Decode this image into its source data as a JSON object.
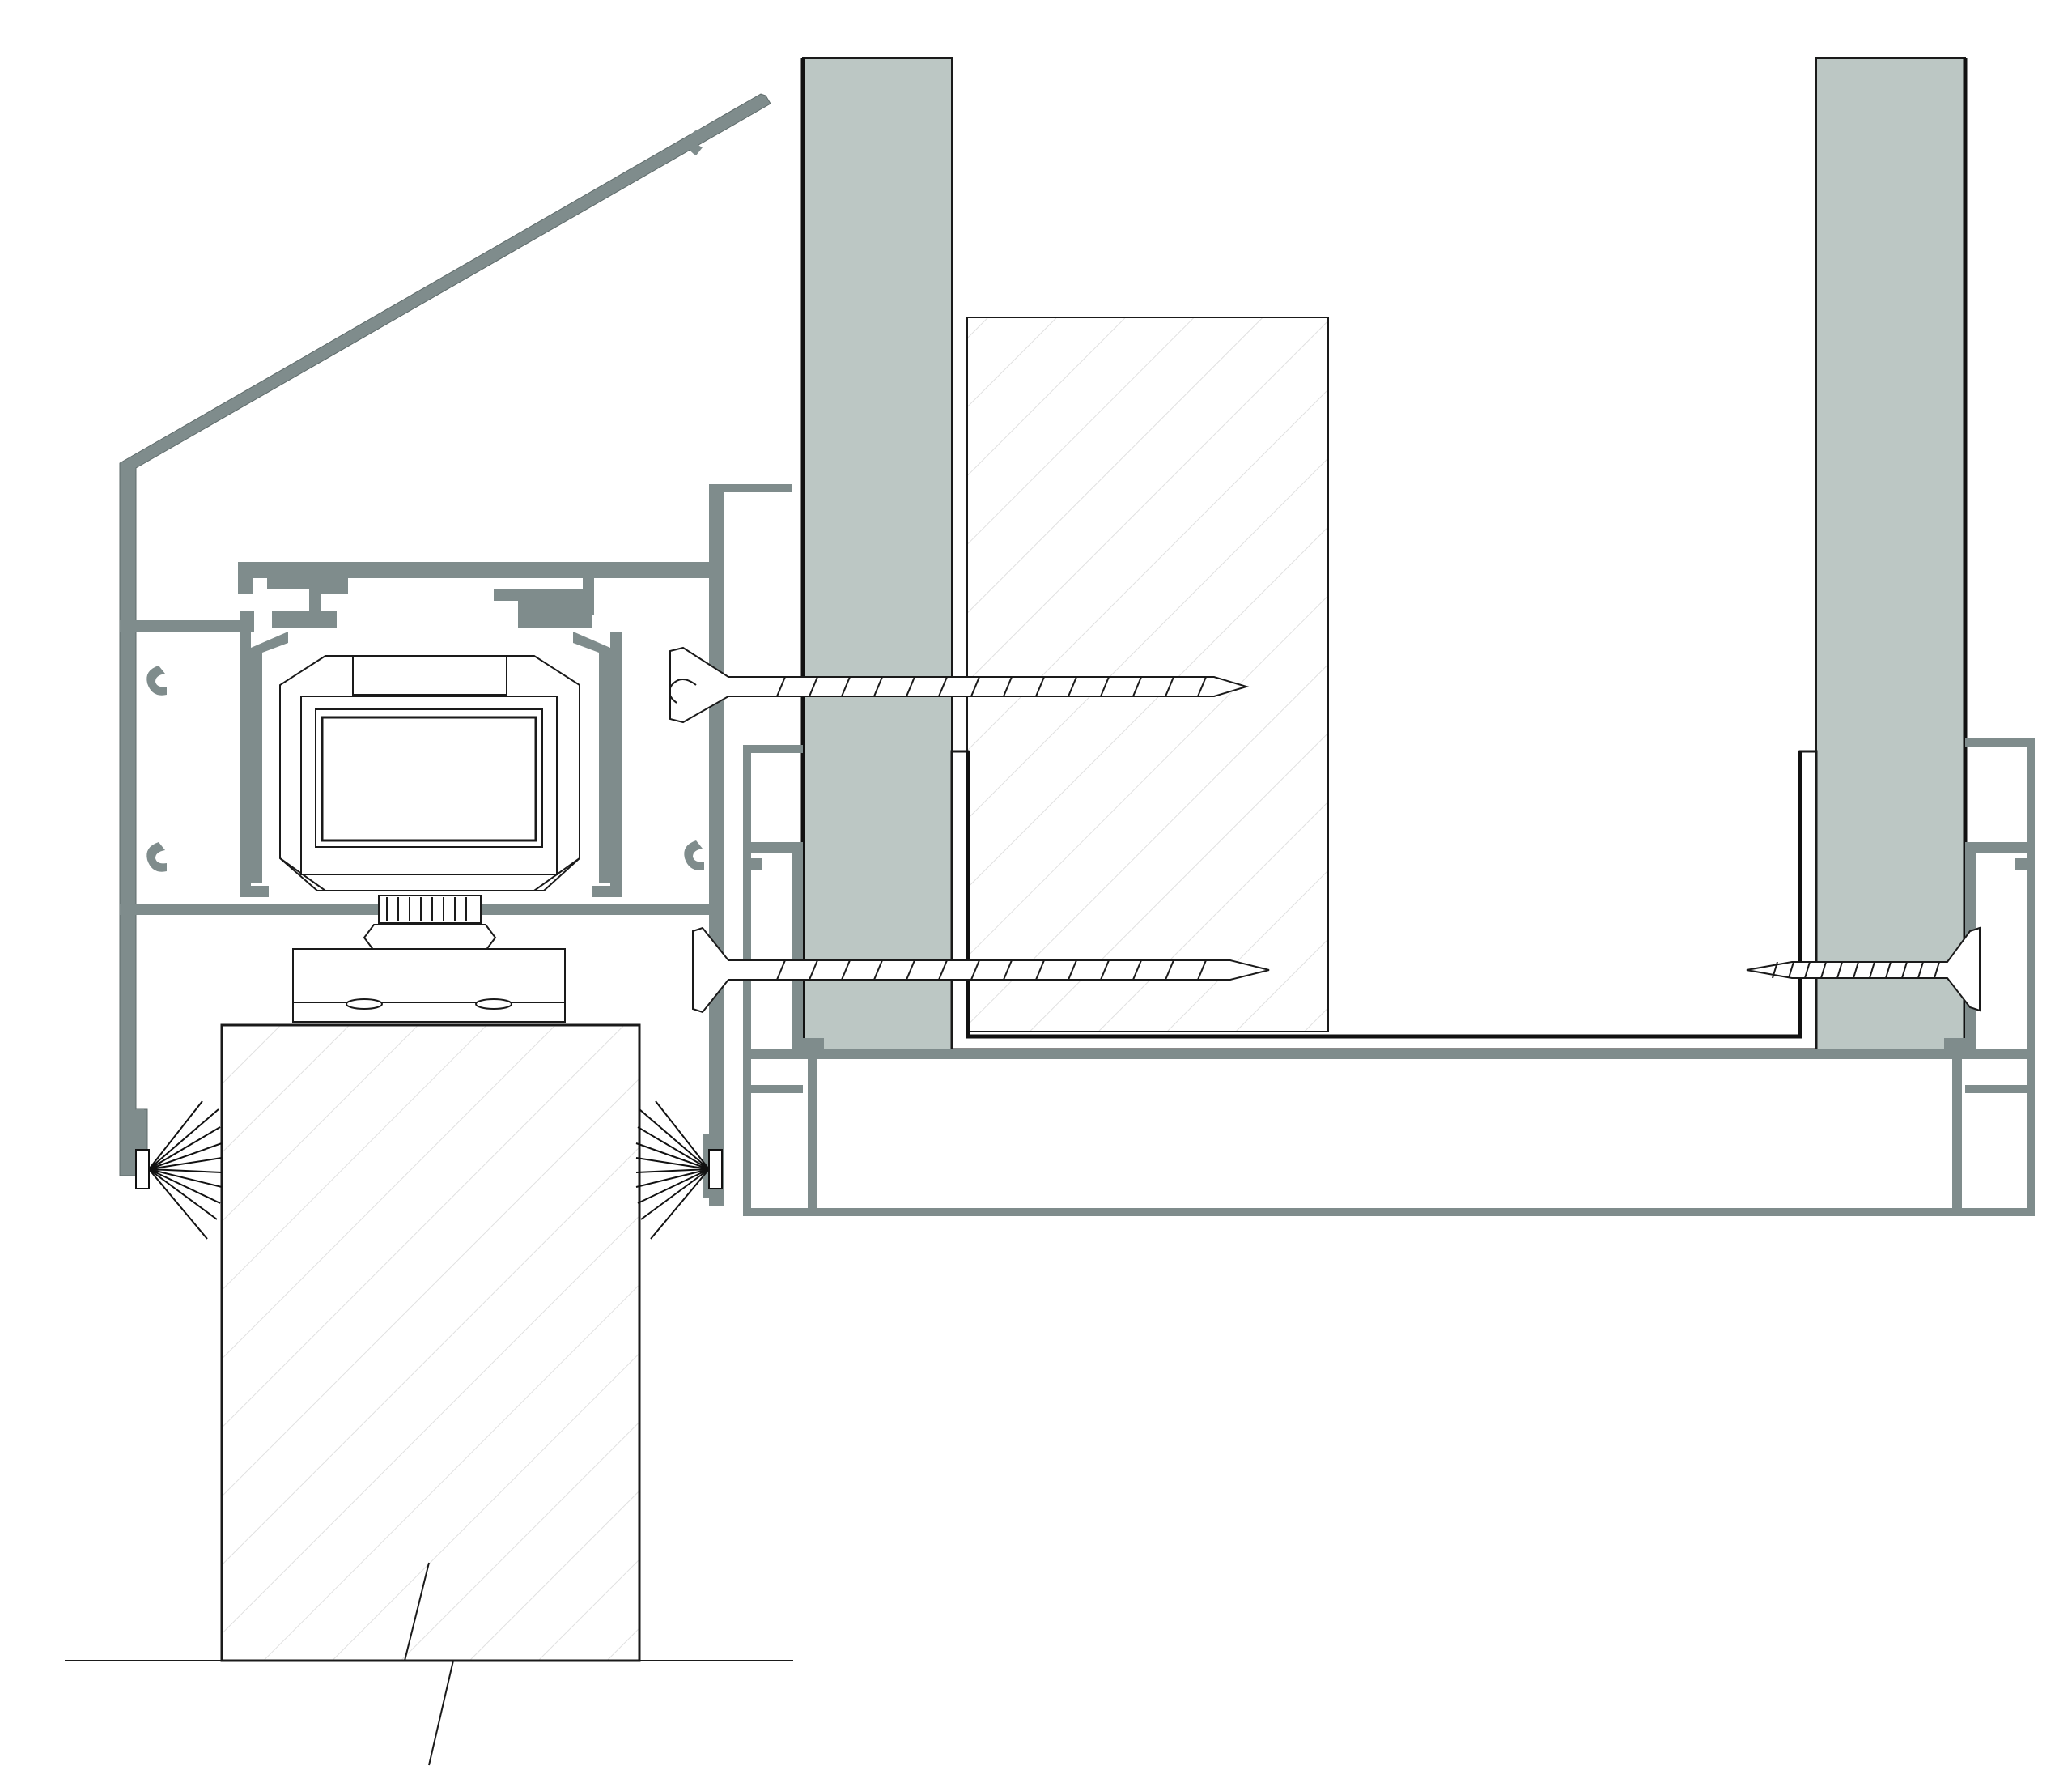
{
  "diagram": {
    "kind": "architectural-section-detail",
    "labels": [],
    "colors": {
      "aluminum_profile": "#7f8c8c",
      "gypsum_board": "#bcc7c4",
      "gypsum_edge": "#1a1a1a",
      "outline": "#1a1a1a",
      "hatch": "#dcdcdc",
      "background": "#ffffff",
      "brush_bristle": "#111111"
    },
    "components": [
      {
        "id": "top-track-profile",
        "material": "aluminum"
      },
      {
        "id": "trolley-roller",
        "material": "steel"
      },
      {
        "id": "sliding-door-leaf",
        "material": "wood"
      },
      {
        "id": "fascia-cover",
        "material": "aluminum"
      },
      {
        "id": "brush-seal-left",
        "material": "nylon"
      },
      {
        "id": "brush-seal-right",
        "material": "nylon"
      },
      {
        "id": "gypsum-board-left",
        "material": "gypsum"
      },
      {
        "id": "gypsum-board-right",
        "material": "gypsum"
      },
      {
        "id": "timber-block",
        "material": "wood"
      },
      {
        "id": "u-channel-ceiling-track",
        "material": "steel"
      },
      {
        "id": "ceiling-trim-profile",
        "material": "aluminum"
      },
      {
        "id": "screw-upper",
        "material": "steel"
      },
      {
        "id": "screw-lower",
        "material": "steel"
      },
      {
        "id": "screw-right",
        "material": "steel"
      }
    ]
  }
}
